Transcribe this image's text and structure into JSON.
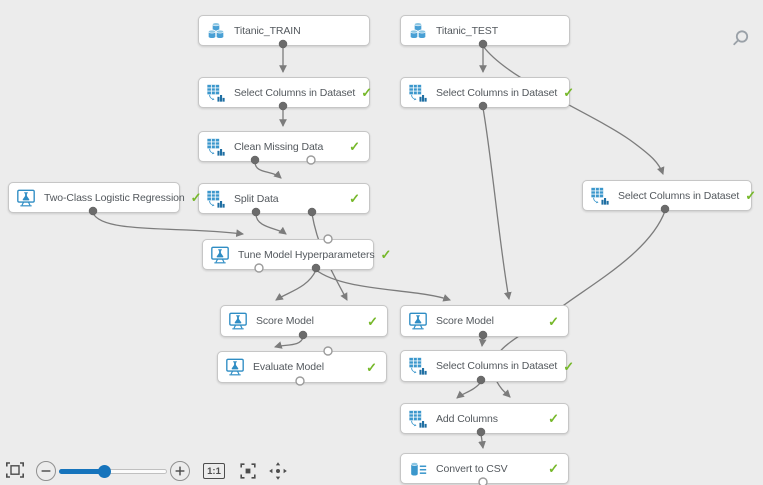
{
  "canvas": {
    "checkmark_glyph": "✓",
    "nodes": [
      {
        "id": "titanic-train",
        "label": "Titanic_TRAIN",
        "icon": "dataset-icon",
        "status_check": false
      },
      {
        "id": "titanic-test",
        "label": "Titanic_TEST",
        "icon": "dataset-icon",
        "status_check": false
      },
      {
        "id": "select-columns-train",
        "label": "Select Columns in Dataset",
        "icon": "transform-icon",
        "status_check": true
      },
      {
        "id": "select-columns-test",
        "label": "Select Columns in Dataset",
        "icon": "transform-icon",
        "status_check": true
      },
      {
        "id": "clean-missing-data",
        "label": "Clean Missing Data",
        "icon": "transform-icon",
        "status_check": true
      },
      {
        "id": "split-data",
        "label": "Split Data",
        "icon": "transform-icon",
        "status_check": true
      },
      {
        "id": "two-class-logistic-regression",
        "label": "Two-Class Logistic Regression",
        "icon": "ml-icon",
        "status_check": true
      },
      {
        "id": "tune-model-hyperparameters",
        "label": "Tune Model Hyperparameters",
        "icon": "ml-icon",
        "status_check": true
      },
      {
        "id": "score-model-left",
        "label": "Score Model",
        "icon": "ml-icon",
        "status_check": true
      },
      {
        "id": "score-model-right",
        "label": "Score Model",
        "icon": "ml-icon",
        "status_check": true
      },
      {
        "id": "evaluate-model",
        "label": "Evaluate Model",
        "icon": "ml-icon",
        "status_check": true
      },
      {
        "id": "select-columns-right",
        "label": "Select Columns in Dataset",
        "icon": "transform-icon",
        "status_check": true
      },
      {
        "id": "select-columns-bottom",
        "label": "Select Columns in Dataset",
        "icon": "transform-icon",
        "status_check": true
      },
      {
        "id": "add-columns",
        "label": "Add Columns",
        "icon": "transform-icon",
        "status_check": true
      },
      {
        "id": "convert-to-csv",
        "label": "Convert to CSV",
        "icon": "csv-icon",
        "status_check": true
      }
    ],
    "edges": [
      {
        "from": "titanic-train",
        "to": "select-columns-train"
      },
      {
        "from": "select-columns-train",
        "to": "clean-missing-data"
      },
      {
        "from": "clean-missing-data",
        "to": "split-data"
      },
      {
        "from": "split-data",
        "from_port": "left",
        "to": "tune-model-hyperparameters",
        "to_port": "training-data"
      },
      {
        "from": "split-data",
        "from_port": "right",
        "to": "score-model-left",
        "to_port": "dataset"
      },
      {
        "from": "two-class-logistic-regression",
        "to": "tune-model-hyperparameters",
        "to_port": "untrained-model"
      },
      {
        "from": "tune-model-hyperparameters",
        "from_port": "best-model",
        "to": "score-model-left",
        "to_port": "model"
      },
      {
        "from": "tune-model-hyperparameters",
        "from_port": "best-model",
        "to": "score-model-right",
        "to_port": "model"
      },
      {
        "from": "titanic-test",
        "to": "select-columns-test"
      },
      {
        "from": "titanic-test",
        "to": "select-columns-right"
      },
      {
        "from": "select-columns-test",
        "to": "score-model-right",
        "to_port": "dataset"
      },
      {
        "from": "select-columns-right",
        "to": "add-columns",
        "to_port": "right"
      },
      {
        "from": "score-model-left",
        "to": "evaluate-model"
      },
      {
        "from": "score-model-right",
        "to": "select-columns-bottom"
      },
      {
        "from": "select-columns-bottom",
        "to": "add-columns",
        "to_port": "left"
      },
      {
        "from": "add-columns",
        "to": "convert-to-csv"
      }
    ]
  },
  "toolbar": {
    "one_to_one_label": "1:1",
    "zoom_percent": 41,
    "icons": [
      "minimap-icon",
      "zoom-out-icon",
      "zoom-slider",
      "zoom-in-icon",
      "actual-size-button",
      "fit-to-screen-icon",
      "pan-icon"
    ]
  },
  "header": {
    "search_icon": "magnifier"
  },
  "colors": {
    "canvas_bg": "#ececec",
    "node_border": "#c6c6c6",
    "icon_blue": "#3b97cc",
    "check_green": "#76b82a",
    "edge_gray": "#7c7c7c",
    "slider_blue": "#1674bc"
  }
}
